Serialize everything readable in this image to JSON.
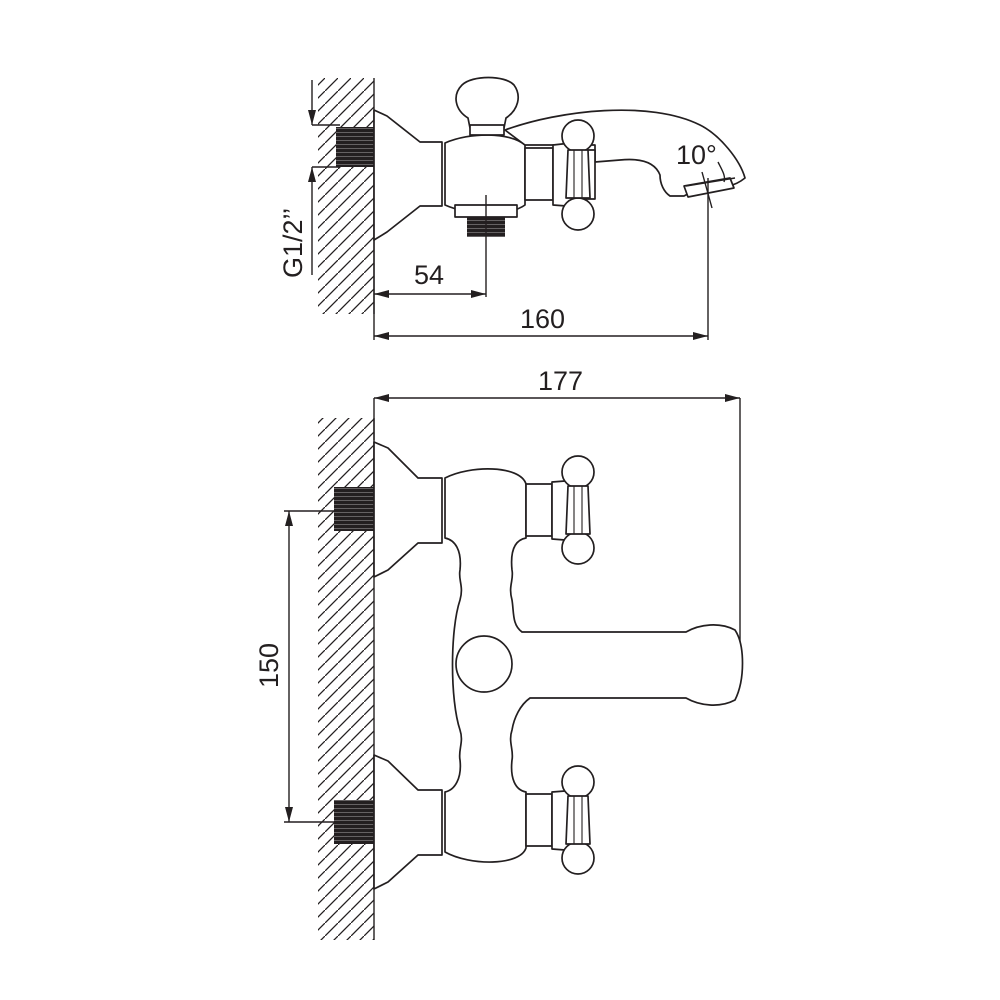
{
  "colors": {
    "line": "#231f20",
    "background": "#ffffff"
  },
  "dimensions": {
    "thread_size": "G1/2’’",
    "outlet_offset": "54",
    "spout_projection": "160",
    "spout_angle": "10°",
    "overall_length": "177",
    "inlet_spacing": "150"
  }
}
